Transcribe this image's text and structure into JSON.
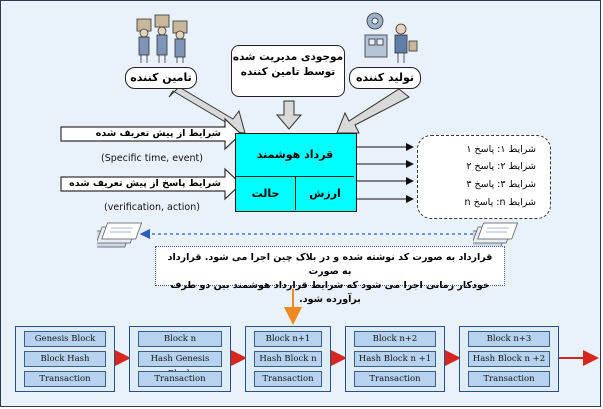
{
  "parties": {
    "supplier": "تامین کننده",
    "producer": "تولید کننده",
    "inventory_line1": "موجودی مدیریت شده",
    "inventory_line2": "توسط تامین کننده"
  },
  "contract": {
    "title": "قرداد هوشمند",
    "state": "حالت",
    "value": "ارزش"
  },
  "inputs": [
    {
      "label": "شرایط از پیش تعریف شده",
      "caption": "(Specific time, event)"
    },
    {
      "label": "شرایط پاسخ از پیش تعریف شده",
      "caption": "(verification, action)"
    }
  ],
  "conditions": [
    "شرایط ۱: پاسخ ۱",
    "شرایط ۲: پاسخ ۲",
    "شرایط ۳: پاسخ ۳",
    "شرایط n: پاسخ n"
  ],
  "note": {
    "line1": "قرارداد به صورت کد نوشته شده و در بلاک چین اجرا می شود. قرارداد به صورت",
    "line2": "خودکار زمانی اجرا می شود که شرایط قرارداد هوشمند بین دو طرف برآورده شود."
  },
  "blocks": [
    {
      "name": "Genesis Block",
      "hash": "Block Hash",
      "tx": "Transaction"
    },
    {
      "name": "Block n",
      "hash": "Hash Genesis Block",
      "tx": "Transaction"
    },
    {
      "name": "Block n+1",
      "hash": "Hash Block n",
      "tx": "Transaction"
    },
    {
      "name": "Block n+2",
      "hash": "Hash Block n +1",
      "tx": "Transaction"
    },
    {
      "name": "Block n+3",
      "hash": "Hash Block n +2",
      "tx": "Transaction"
    }
  ],
  "colors": {
    "background": "#e9f1fb",
    "contract": "#00ffff",
    "chain_arrow": "#d7261e",
    "down_arrow": "#f08a1e",
    "block_fill": "#deedf6",
    "block_cell": "#b7d2ef"
  }
}
